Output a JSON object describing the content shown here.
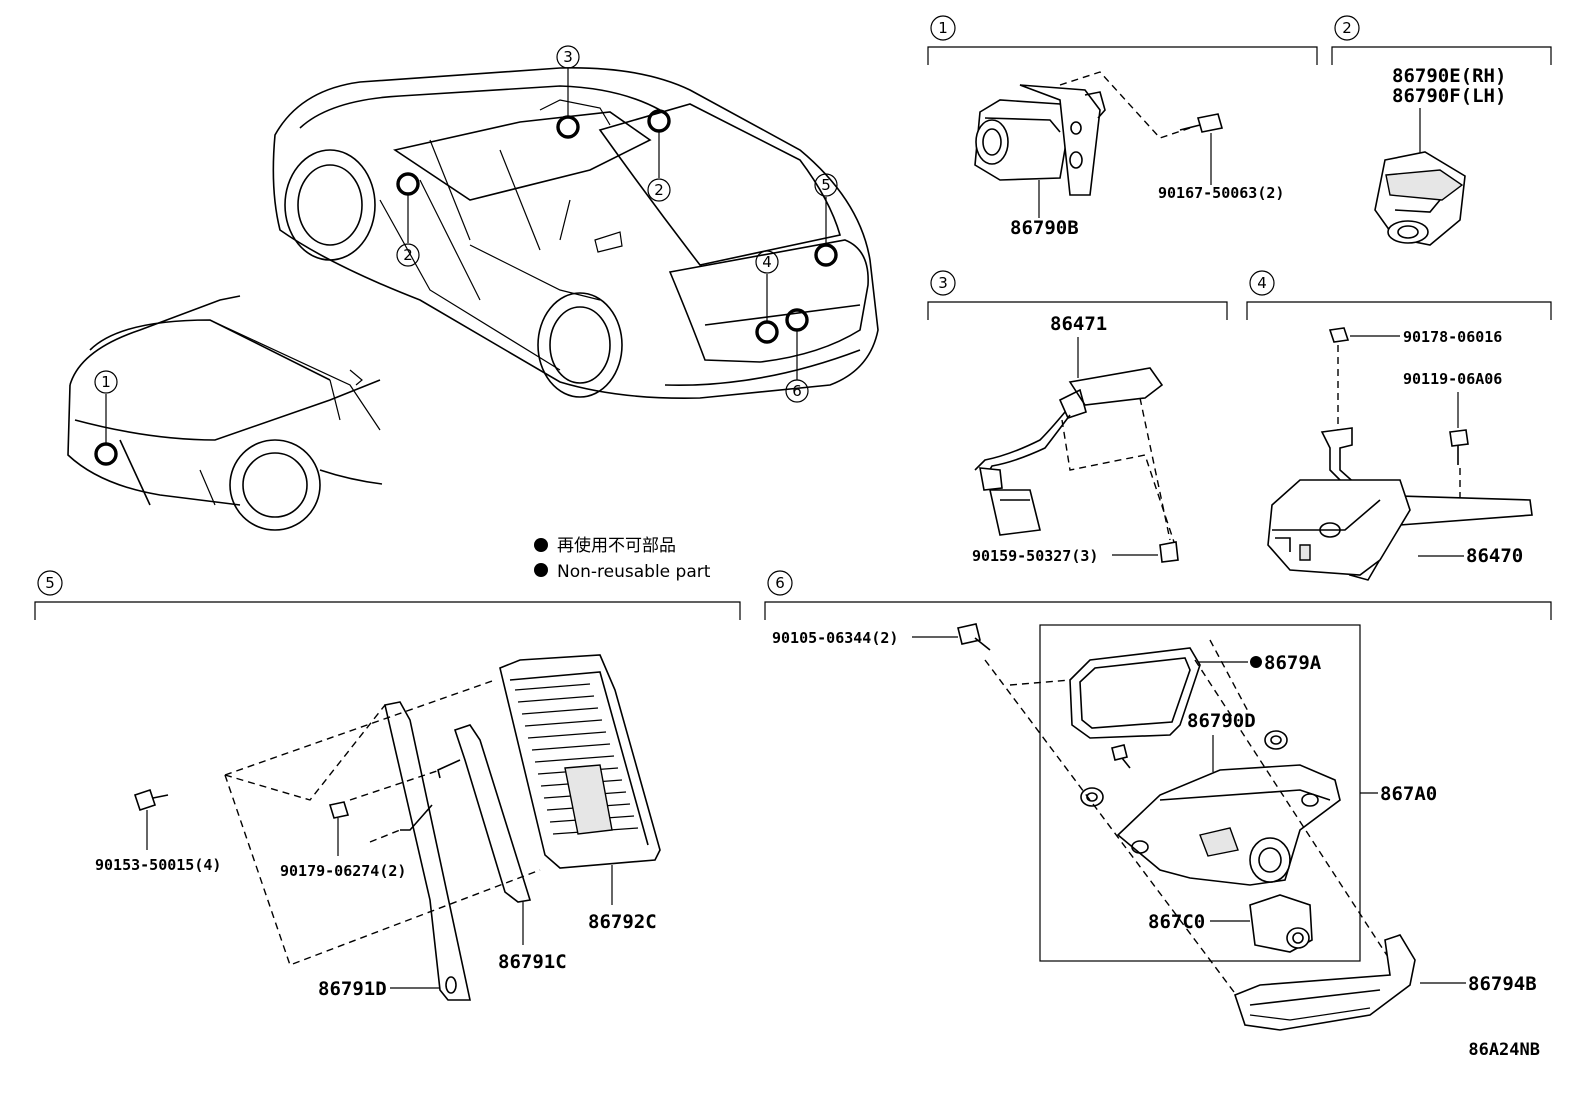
{
  "diagram_id": "86A24NB",
  "legend": {
    "jp": "再使用不可部品",
    "en": "Non-reusable part"
  },
  "callouts": [
    "1",
    "2",
    "3",
    "4",
    "5",
    "6"
  ],
  "sections": {
    "s1": {
      "number": "1",
      "parts": {
        "camera": "86790B",
        "bolt": "90167-50063(2)"
      }
    },
    "s2": {
      "number": "2",
      "parts": {
        "rh": "86790E(RH)",
        "lh": "86790F(LH)"
      }
    },
    "s3": {
      "number": "3",
      "parts": {
        "camera": "86471",
        "screw": "90159-50327(3)"
      }
    },
    "s4": {
      "number": "4",
      "parts": {
        "nut": "90178-06016",
        "bolt": "90119-06A06",
        "module": "86470"
      }
    },
    "s5": {
      "number": "5",
      "parts": {
        "screw": "90153-50015(4)",
        "nut": "90179-06274(2)",
        "ecu": "86792C",
        "bracket_c": "86791C",
        "bracket_d": "86791D"
      }
    },
    "s6": {
      "number": "6",
      "parts": {
        "bolt": "90105-06344(2)",
        "gasket": "8679A",
        "camera": "86790D",
        "assembly": "867A0",
        "lens": "867C0",
        "cover": "86794B"
      }
    }
  }
}
